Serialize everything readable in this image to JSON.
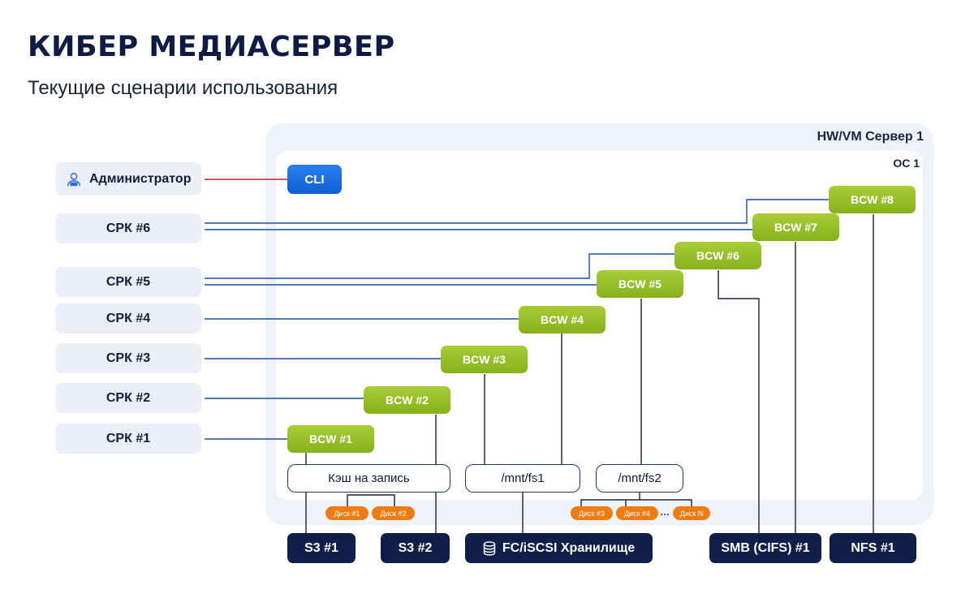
{
  "header": {
    "title": "КИБЕР МЕДИАСЕРВЕР",
    "subtitle": "Текущие сценарии использования"
  },
  "server": {
    "label": "HW/VM Сервер 1",
    "os_label": "ОС 1"
  },
  "admin": {
    "label": "Администратор",
    "icon": "admin-user-icon"
  },
  "cli": {
    "label": "CLI"
  },
  "clients": [
    "СРК #6",
    "СРК #5",
    "СРК #4",
    "СРК #3",
    "СРК #2",
    "СРК #1"
  ],
  "bcw": [
    "BCW #1",
    "BCW #2",
    "BCW #3",
    "BCW #4",
    "BCW #5",
    "BCW #6",
    "BCW #7",
    "BCW #8"
  ],
  "filesystems": {
    "cache": "Кэш на запись",
    "fs1": "/mnt/fs1",
    "fs2": "/mnt/fs2"
  },
  "disks": {
    "cache": [
      "Диск #1",
      "Диск #2"
    ],
    "fs2": [
      "Диск #3",
      "Диск #4",
      "Диск N"
    ],
    "ellipsis": "…"
  },
  "storage": {
    "s3_1": "S3 #1",
    "s3_2": "S3 #2",
    "fc": "FC/iSCSI Хранилище",
    "smb": "SMB (CIFS) #1",
    "nfs": "NFS #1"
  },
  "colors": {
    "navy": "#0f1f4a",
    "green": "#95be26",
    "blue": "#1467e0",
    "orange": "#ee7c12",
    "admin_line": "#b3262c",
    "client_line": "#1c4fa8"
  }
}
